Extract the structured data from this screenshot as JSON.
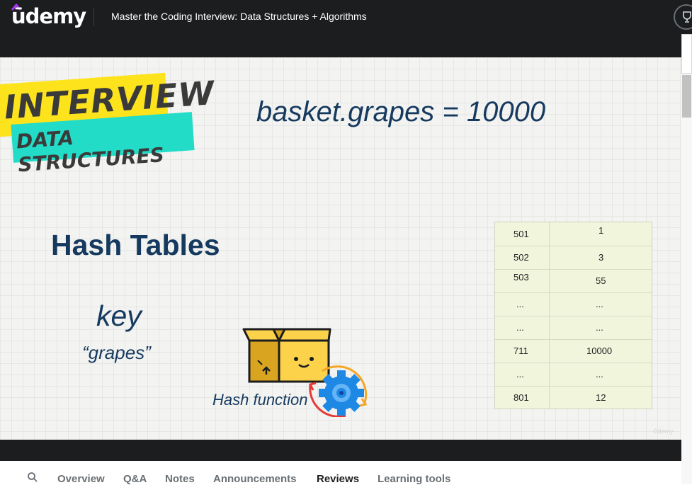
{
  "header": {
    "logo": "ūdemy",
    "course_title": "Master the Coding Interview: Data Structures + Algorithms",
    "icons": [
      "udemy-logo",
      "trophy-icon"
    ]
  },
  "slide": {
    "badge_top": "INTERVIEW",
    "badge_bottom": "DATA STRUCTURES",
    "code": "basket.grapes = 10000",
    "title": "Hash Tables",
    "key_label": "key",
    "key_value": "“grapes”",
    "hash_function_label": "Hash function",
    "watermark": "©demy",
    "table": [
      {
        "key": "501",
        "value": "1"
      },
      {
        "key": "502",
        "value": "3"
      },
      {
        "key": "503",
        "value": "55"
      },
      {
        "key": "...",
        "value": "..."
      },
      {
        "key": "...",
        "value": "..."
      },
      {
        "key": "711",
        "value": "10000"
      },
      {
        "key": "...",
        "value": "..."
      },
      {
        "key": "801",
        "value": "12"
      }
    ],
    "colors": {
      "text_navy": "#163a5f",
      "badge_yellow": "#fde31c",
      "badge_teal": "#22dcc8",
      "table_bg": "#f1f5dc",
      "gear_blue": "#1e88e5",
      "arrow_orange": "#f5a623",
      "arrow_red": "#e53935"
    }
  },
  "tabs": {
    "items": [
      "Overview",
      "Q&A",
      "Notes",
      "Announcements",
      "Reviews",
      "Learning tools"
    ],
    "active": "Reviews"
  }
}
